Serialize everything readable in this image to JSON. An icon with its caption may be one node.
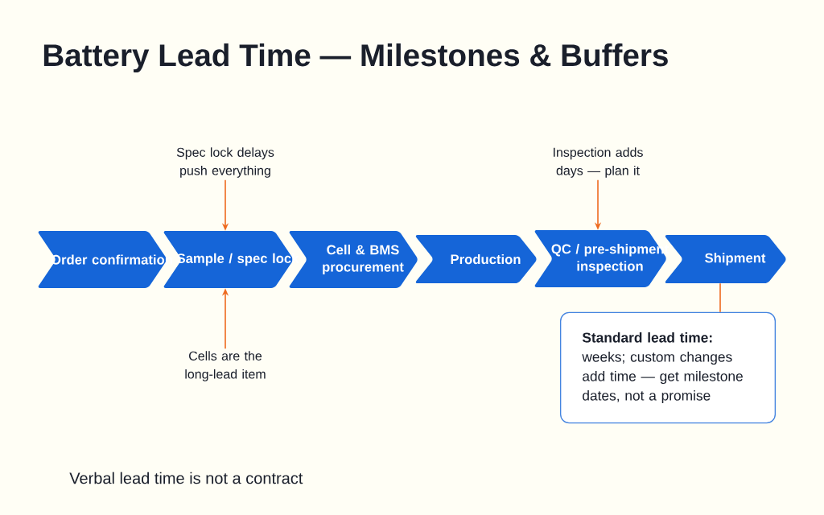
{
  "diagram": {
    "title": "Battery Lead Time — Milestones & Buffers",
    "nodes": [
      {
        "text": [
          "Order confirmation"
        ]
      },
      {
        "text": [
          "Sample / spec lock"
        ]
      },
      {
        "text": [
          "Cell & BMS procurement"
        ]
      },
      {
        "text": [
          "Production"
        ]
      },
      {
        "text": [
          "QC / pre-shipment inspection"
        ]
      },
      {
        "text": [
          "Shipment"
        ]
      },
      {
        "text": [
          "Spec lock delays push everything"
        ]
      },
      {
        "text": [
          "Cells are the long-lead item"
        ]
      },
      {
        "text": [
          "Inspection adds days — plan it"
        ]
      },
      {
        "text": [
          "Standard lead time:",
          "weeks; custom changes add time — get milestone dates, not a promise"
        ]
      }
    ],
    "edges": [
      {
        "from": 6,
        "to": 1,
        "arrow": "to"
      },
      {
        "from": 7,
        "to": 1,
        "arrow": "to"
      },
      {
        "from": 8,
        "to": 4,
        "arrow": "to"
      },
      {
        "from": 5,
        "to": 9,
        "arrow": "none"
      }
    ],
    "labels": [
      "Verbal lead time is not a contract"
    ]
  }
}
